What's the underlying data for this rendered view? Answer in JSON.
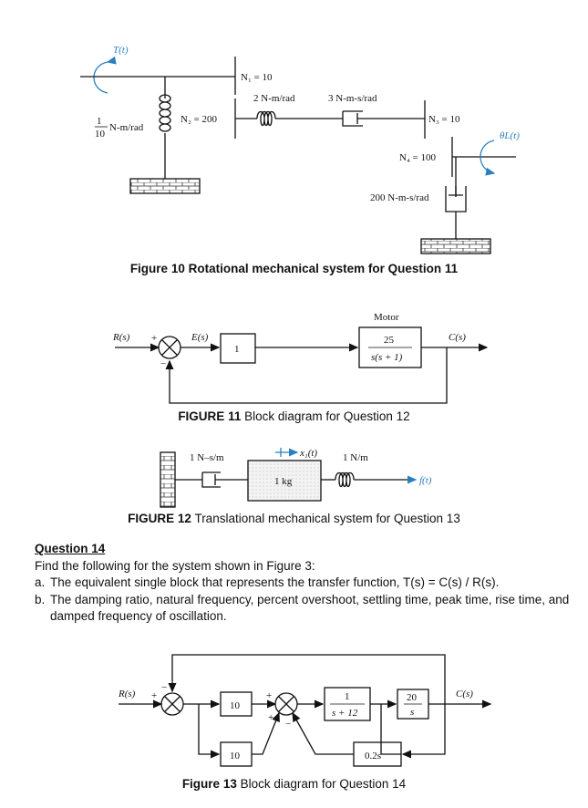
{
  "fig10": {
    "torque": "T(t)",
    "n1": "N₁ = 10",
    "spring_num": "1",
    "spring_den": "10",
    "spring_unit": "N-m/rad",
    "n2": "N₂ = 200",
    "spring2": "2 N-m/rad",
    "damper1": "3 N-m-s/rad",
    "n3": "N₃ = 10",
    "theta": "θL(t)",
    "n4": "N₄ = 100",
    "damper2": "200 N-m-s/rad",
    "caption": "Figure 10 Rotational mechanical system for Question 11"
  },
  "fig11": {
    "input": "R(s)",
    "plus": "+",
    "minus": "−",
    "error": "E(s)",
    "block1": "1",
    "motor_label": "Motor",
    "motor_num": "25",
    "motor_den": "s(s + 1)",
    "output": "C(s)",
    "caption_bold": "FIGURE 11",
    "caption_rest": " Block diagram for Question 12"
  },
  "fig12": {
    "damper": "1 N–s/m",
    "x1": "x₁(t)",
    "mass": "1 kg",
    "spring": "1 N/m",
    "force": "f(t)",
    "caption_bold": "FIGURE 12",
    "caption_rest": " Translational mechanical system for Question 13"
  },
  "question14": {
    "title": "Question 14",
    "intro": "Find the following for the system shown in Figure 3:",
    "a_label": "a.",
    "a_text": "The equivalent single block that represents the transfer function, T(s) = C(s) / R(s).",
    "b_label": "b.",
    "b_text": "The damping ratio, natural frequency, percent overshoot, settling time, peak time, rise time, and damped frequency of oscillation."
  },
  "fig13": {
    "input": "R(s)",
    "plus": "+",
    "minus": "−",
    "block_top": "10",
    "block_bottom": "10",
    "block_a_num": "1",
    "block_a_den": "s + 12",
    "block_b_num": "20",
    "block_b_den": "s",
    "block_feedback": "0.2s",
    "output": "C(s)",
    "caption_bold": "Figure 13",
    "caption_rest": " Block diagram for Question 14"
  }
}
